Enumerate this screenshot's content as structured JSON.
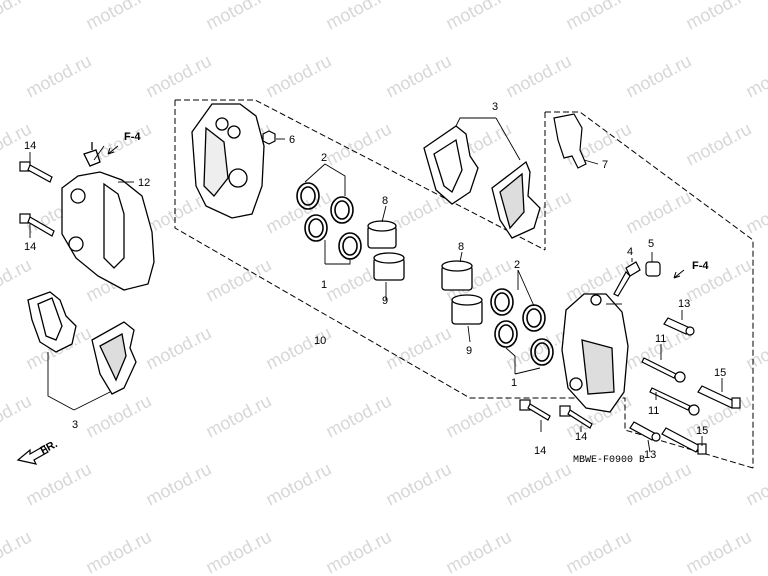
{
  "watermark": "motod.ru",
  "diagram_code": "MBWE-F0900 B",
  "direction_label": "FR.",
  "fig_ref": "F-4",
  "callouts": {
    "c1a": "1",
    "c1b": "1",
    "c2a": "2",
    "c2b": "2",
    "c3a": "3",
    "c3b": "3",
    "c4": "4",
    "c5": "5",
    "c6": "6",
    "c7": "7",
    "c8a": "8",
    "c8b": "8",
    "c9a": "9",
    "c9b": "9",
    "c10": "10",
    "c11a": "11",
    "c11b": "11",
    "c12": "12",
    "c13a": "13",
    "c13b": "13",
    "c14a": "14",
    "c14b": "14",
    "c14c": "14",
    "c14d": "14",
    "c15a": "15",
    "c15b": "15"
  }
}
